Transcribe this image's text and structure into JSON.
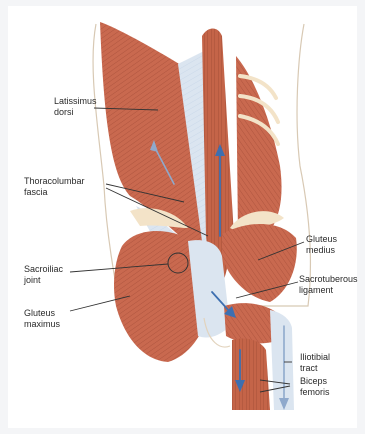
{
  "labels": {
    "latissimus": [
      "Latissimus",
      "dorsi"
    ],
    "thoracolumbar": [
      "Thoracolumbar",
      "fascia"
    ],
    "sacroiliac": [
      "Sacroiliac",
      "joint"
    ],
    "gluteus_maximus": [
      "Gluteus",
      "maximus"
    ],
    "gluteus_medius": [
      "Gluteus",
      "medius"
    ],
    "sacrotuberous": [
      "Sacrotuberous",
      "ligament"
    ],
    "iliotibial": [
      "Iliotibial",
      "tract"
    ],
    "biceps": [
      "Biceps",
      "femoris"
    ]
  },
  "colors": {
    "muscle": "#c9694f",
    "muscle_dark": "#a9503a",
    "fascia": "#d9e4ef",
    "bone": "#f3e3c8",
    "outline": "#d8c9b4",
    "arrow_blue": "#3d6fb0",
    "arrow_light": "#8fa9cc",
    "leader": "#333333"
  }
}
